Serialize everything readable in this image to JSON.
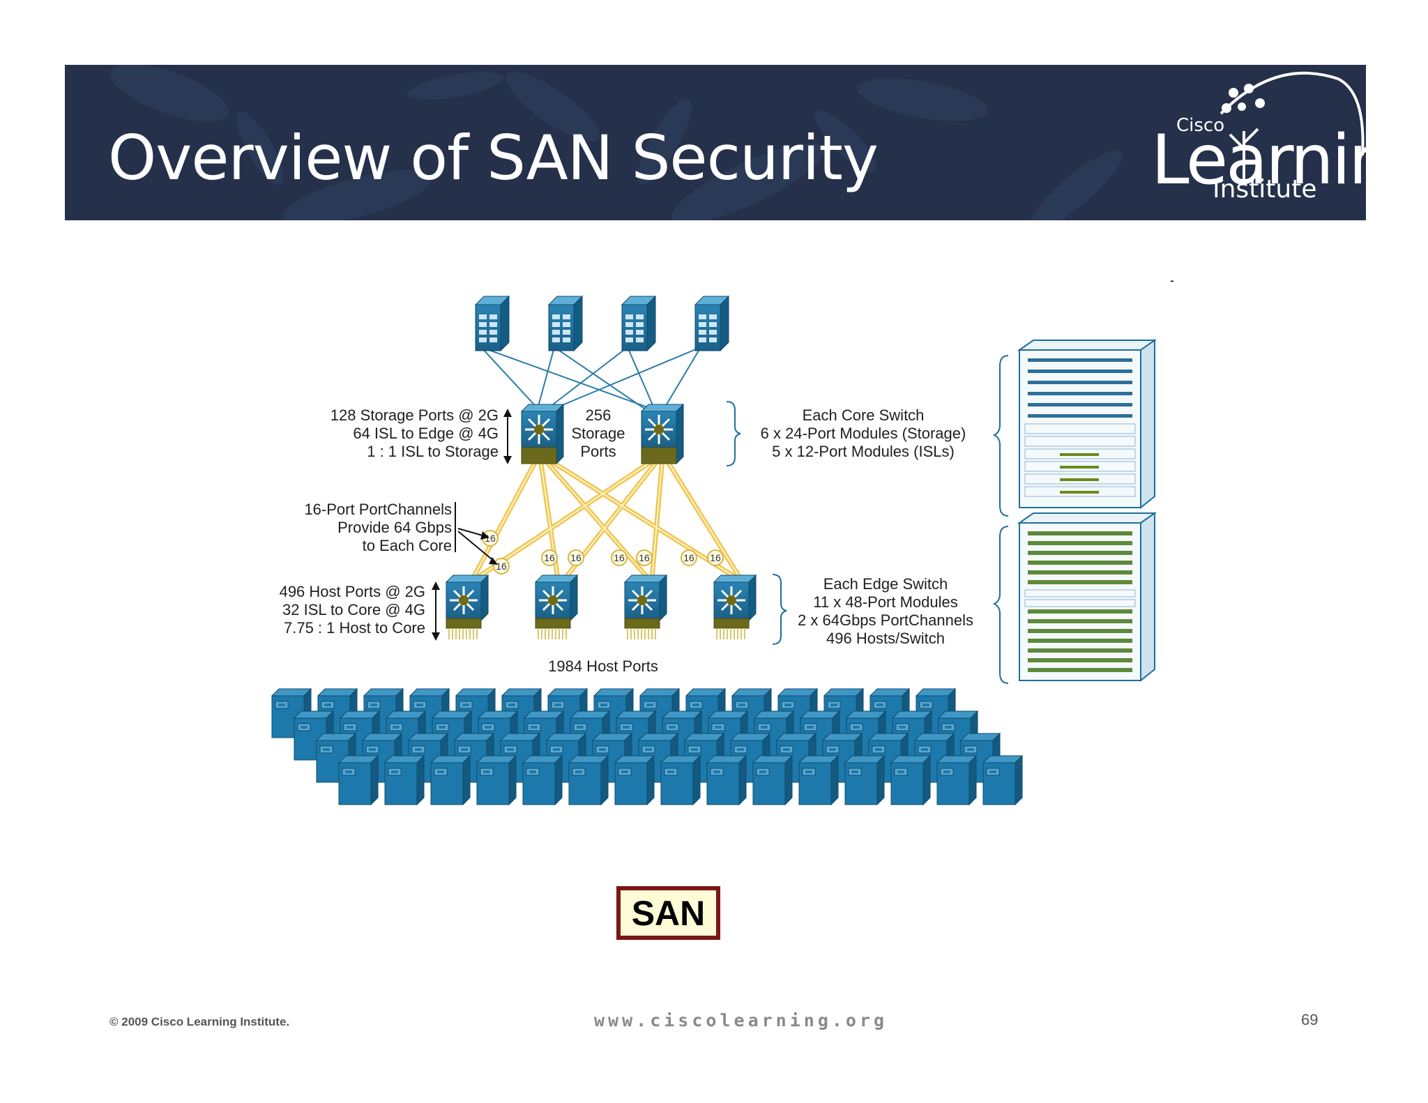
{
  "slide": {
    "title": "Overview of SAN Security",
    "logo": {
      "cisco": "Cisco",
      "learning": "Learning",
      "institute": "Institute"
    }
  },
  "diagram": {
    "core_annotation": [
      "128 Storage Ports @ 2G",
      "64 ISL to Edge @ 4G",
      "1 : 1 ISL to Storage"
    ],
    "storage_ports": [
      "256",
      "Storage",
      "Ports"
    ],
    "core_switch_spec": [
      "Each Core Switch",
      "6 x 24-Port Modules (Storage)",
      "5 x 12-Port Modules (ISLs)"
    ],
    "portchannel_annotation": [
      "16-Port PortChannels",
      "Provide 64 Gbps",
      "to Each Core"
    ],
    "portchannel_badge": "16",
    "edge_annotation": [
      "496 Host Ports @ 2G",
      "32 ISL to Core @ 4G",
      "7.75 : 1 Host to Core"
    ],
    "edge_switch_spec": [
      "Each Edge Switch",
      "11 x 48-Port Modules",
      "2 x 64Gbps PortChannels",
      "496 Hosts/Switch"
    ],
    "host_ports": "1984 Host Ports",
    "dash": "-"
  },
  "san_label": "SAN",
  "footer": {
    "copyright": "© 2009 Cisco Learning Institute.",
    "url": "www.ciscolearning.org",
    "page": "69"
  },
  "colors": {
    "banner": "#25314b",
    "device_blue": "#1f6f99",
    "link_yellow": "#f0c040",
    "san_border": "#7a1616",
    "san_fill": "#fdfcd6"
  }
}
